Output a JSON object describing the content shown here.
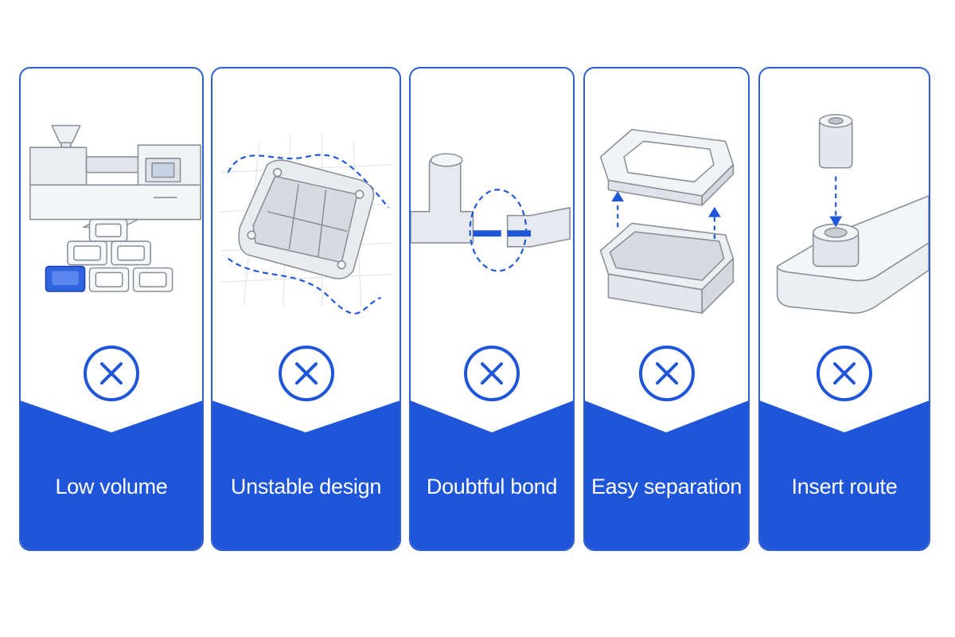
{
  "colors": {
    "accent": "#1f55d8",
    "border": "#2e5fd0",
    "line": "#8a9099"
  },
  "cards": [
    {
      "label": "Low volume",
      "icon": "injection-molding-machine-icon",
      "status_icon": "x-circle-icon"
    },
    {
      "label": "Unstable design",
      "icon": "unstable-housing-icon",
      "status_icon": "x-circle-icon"
    },
    {
      "label": "Doubtful bond",
      "icon": "broken-bond-icon",
      "status_icon": "x-circle-icon"
    },
    {
      "label": "Easy separation",
      "icon": "separating-box-icon",
      "status_icon": "x-circle-icon"
    },
    {
      "label": "Insert route",
      "icon": "insert-bushing-icon",
      "status_icon": "x-circle-icon"
    }
  ]
}
